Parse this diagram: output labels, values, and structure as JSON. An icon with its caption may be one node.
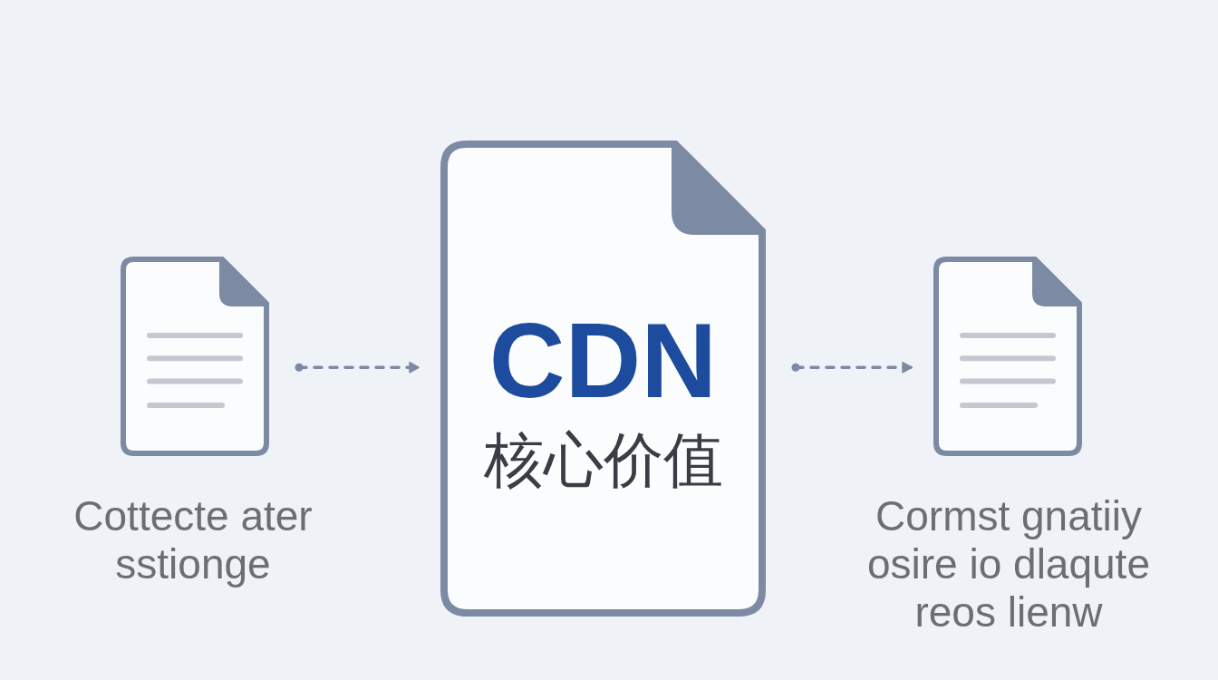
{
  "diagram": {
    "nodes": [
      {
        "text": [],
        "shape": "document",
        "beside": [
          "Cottecte ater sstionge"
        ]
      },
      {
        "text": [
          "CDN",
          "核心价值"
        ]
      },
      {
        "text": [],
        "shape": "document",
        "beside": [
          "Cormst gnatiiy osire io dlaqute reos lienw"
        ]
      }
    ],
    "edges": [
      {
        "from": 0,
        "to": 1,
        "arrow": "to",
        "style": "dashed"
      },
      {
        "from": 1,
        "to": 2,
        "arrow": "to",
        "style": "dashed"
      }
    ]
  }
}
